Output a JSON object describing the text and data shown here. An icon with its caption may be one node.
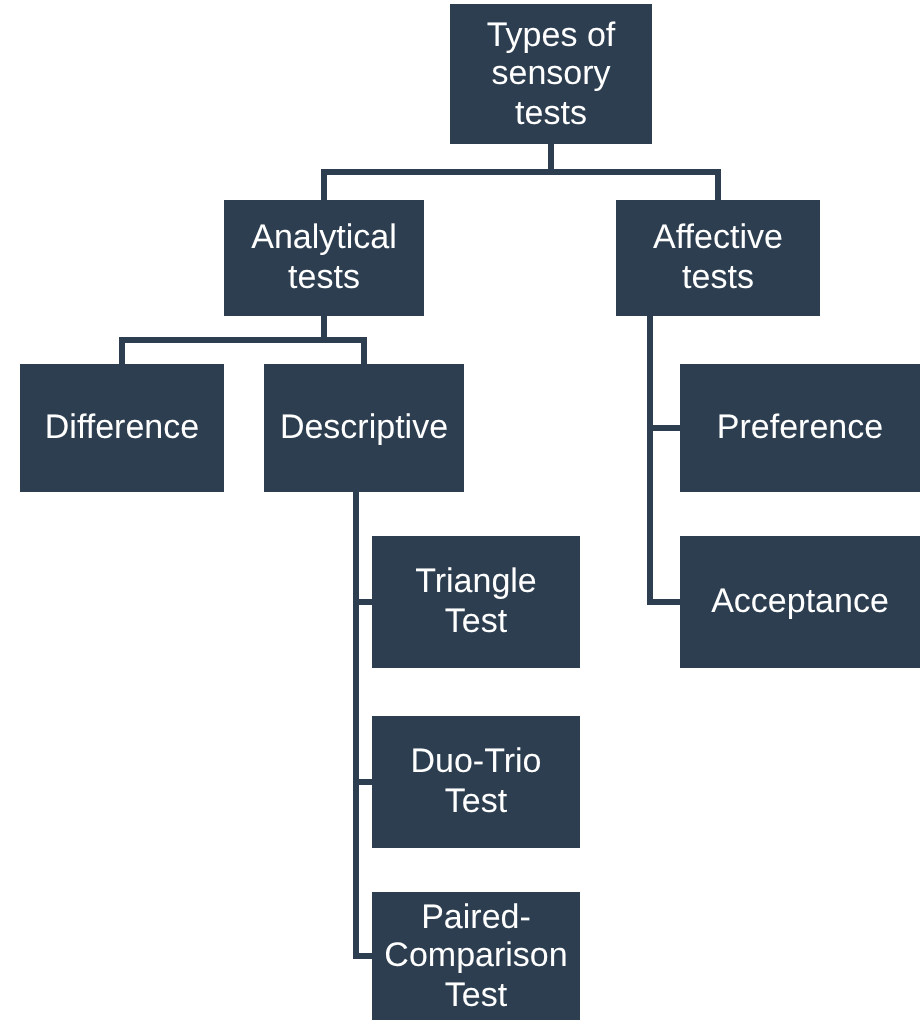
{
  "diagram": {
    "nodes": [
      {
        "text": [
          "Types of sensory tests"
        ]
      },
      {
        "text": [
          "Analytical tests"
        ]
      },
      {
        "text": [
          "Affective tests"
        ]
      },
      {
        "text": [
          "Difference"
        ]
      },
      {
        "text": [
          "Descriptive"
        ]
      },
      {
        "text": [
          "Preference"
        ]
      },
      {
        "text": [
          "Acceptance"
        ]
      },
      {
        "text": [
          "Triangle Test"
        ]
      },
      {
        "text": [
          "Duo-Trio Test"
        ]
      },
      {
        "text": [
          "Paired-Comparison Test"
        ]
      }
    ],
    "edges": [
      {
        "from": 0,
        "to": 1,
        "arrow": "none"
      },
      {
        "from": 0,
        "to": 2,
        "arrow": "none"
      },
      {
        "from": 1,
        "to": 3,
        "arrow": "none"
      },
      {
        "from": 1,
        "to": 4,
        "arrow": "none"
      },
      {
        "from": 2,
        "to": 5,
        "arrow": "none"
      },
      {
        "from": 2,
        "to": 6,
        "arrow": "none"
      },
      {
        "from": 4,
        "to": 7,
        "arrow": "none"
      },
      {
        "from": 4,
        "to": 8,
        "arrow": "none"
      },
      {
        "from": 4,
        "to": 9,
        "arrow": "none"
      }
    ]
  }
}
